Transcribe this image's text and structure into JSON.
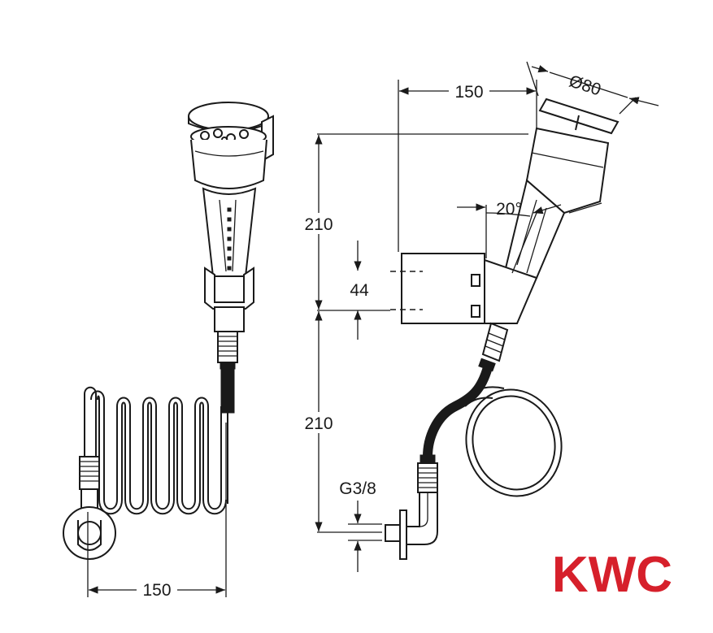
{
  "brand": {
    "name": "KWC",
    "color": "#d6202b"
  },
  "line_color": "#1a1a1a",
  "dimensions": {
    "front_width": "150",
    "side_width": "150",
    "head_diameter": "Ø80",
    "upper_height": "210",
    "lower_height": "210",
    "bracket_spacing": "44",
    "angle": "20°",
    "thread": "G3/8"
  }
}
